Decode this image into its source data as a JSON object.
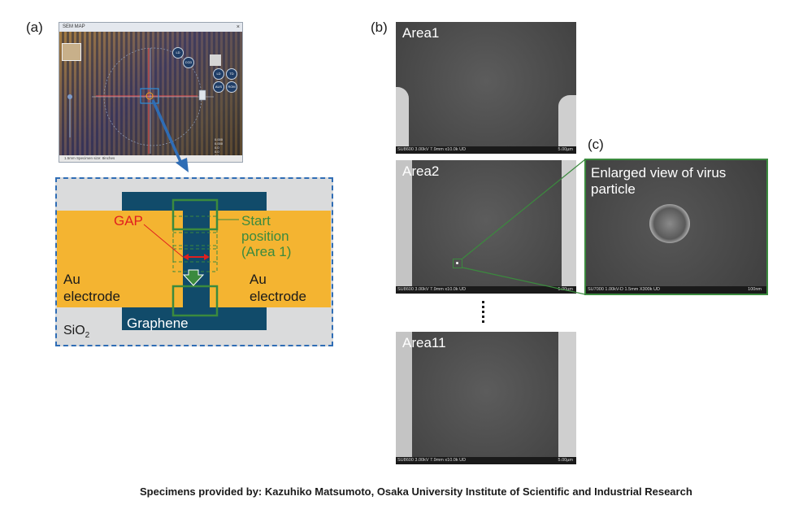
{
  "panels": {
    "a": "(a)",
    "b": "(b)",
    "c": "(c)"
  },
  "sem_map": {
    "title": "SEM MAP",
    "close": "×",
    "bottom_text": "1.5mm   Specimen size: 8inches",
    "buttons": [
      "LD",
      "CCD",
      "LD",
      "TD",
      "AUS",
      "ROM"
    ]
  },
  "schematic": {
    "gap": "GAP",
    "start_position": [
      "Start",
      "position",
      "(Area 1)"
    ],
    "au_left": [
      "Au",
      "electrode"
    ],
    "au_right": [
      "Au",
      "electrode"
    ],
    "sio2": "SiO",
    "sio2_sub": "2",
    "graphene": "Graphene"
  },
  "sem_images": [
    {
      "label": "Area1",
      "caption": "SU8600 3.00kV 7.9mm x10.0k UD",
      "scale": "5.00µm"
    },
    {
      "label": "Area2",
      "caption": "SU8600 3.00kV 7.9mm x10.0k UD",
      "scale": "5.00µm"
    },
    {
      "label": "Area11",
      "caption": "SU8600 3.00kV 7.9mm x10.0k UD",
      "scale": "5.00µm"
    }
  ],
  "enlarged": {
    "title": "Enlarged view of virus particle",
    "caption": "SU7000 1.00kV-D 1.5mm X300k UD",
    "scale": "100nm"
  },
  "footer": "Specimens provided by: Kazuhiko Matsumoto, Osaka University Institute of Scientific and Industrial Research",
  "colors": {
    "gold": "#f4b431",
    "graphene": "#114b6a",
    "green": "#3b8a3e",
    "red": "#e11f1f",
    "blue": "#2f6db5"
  }
}
